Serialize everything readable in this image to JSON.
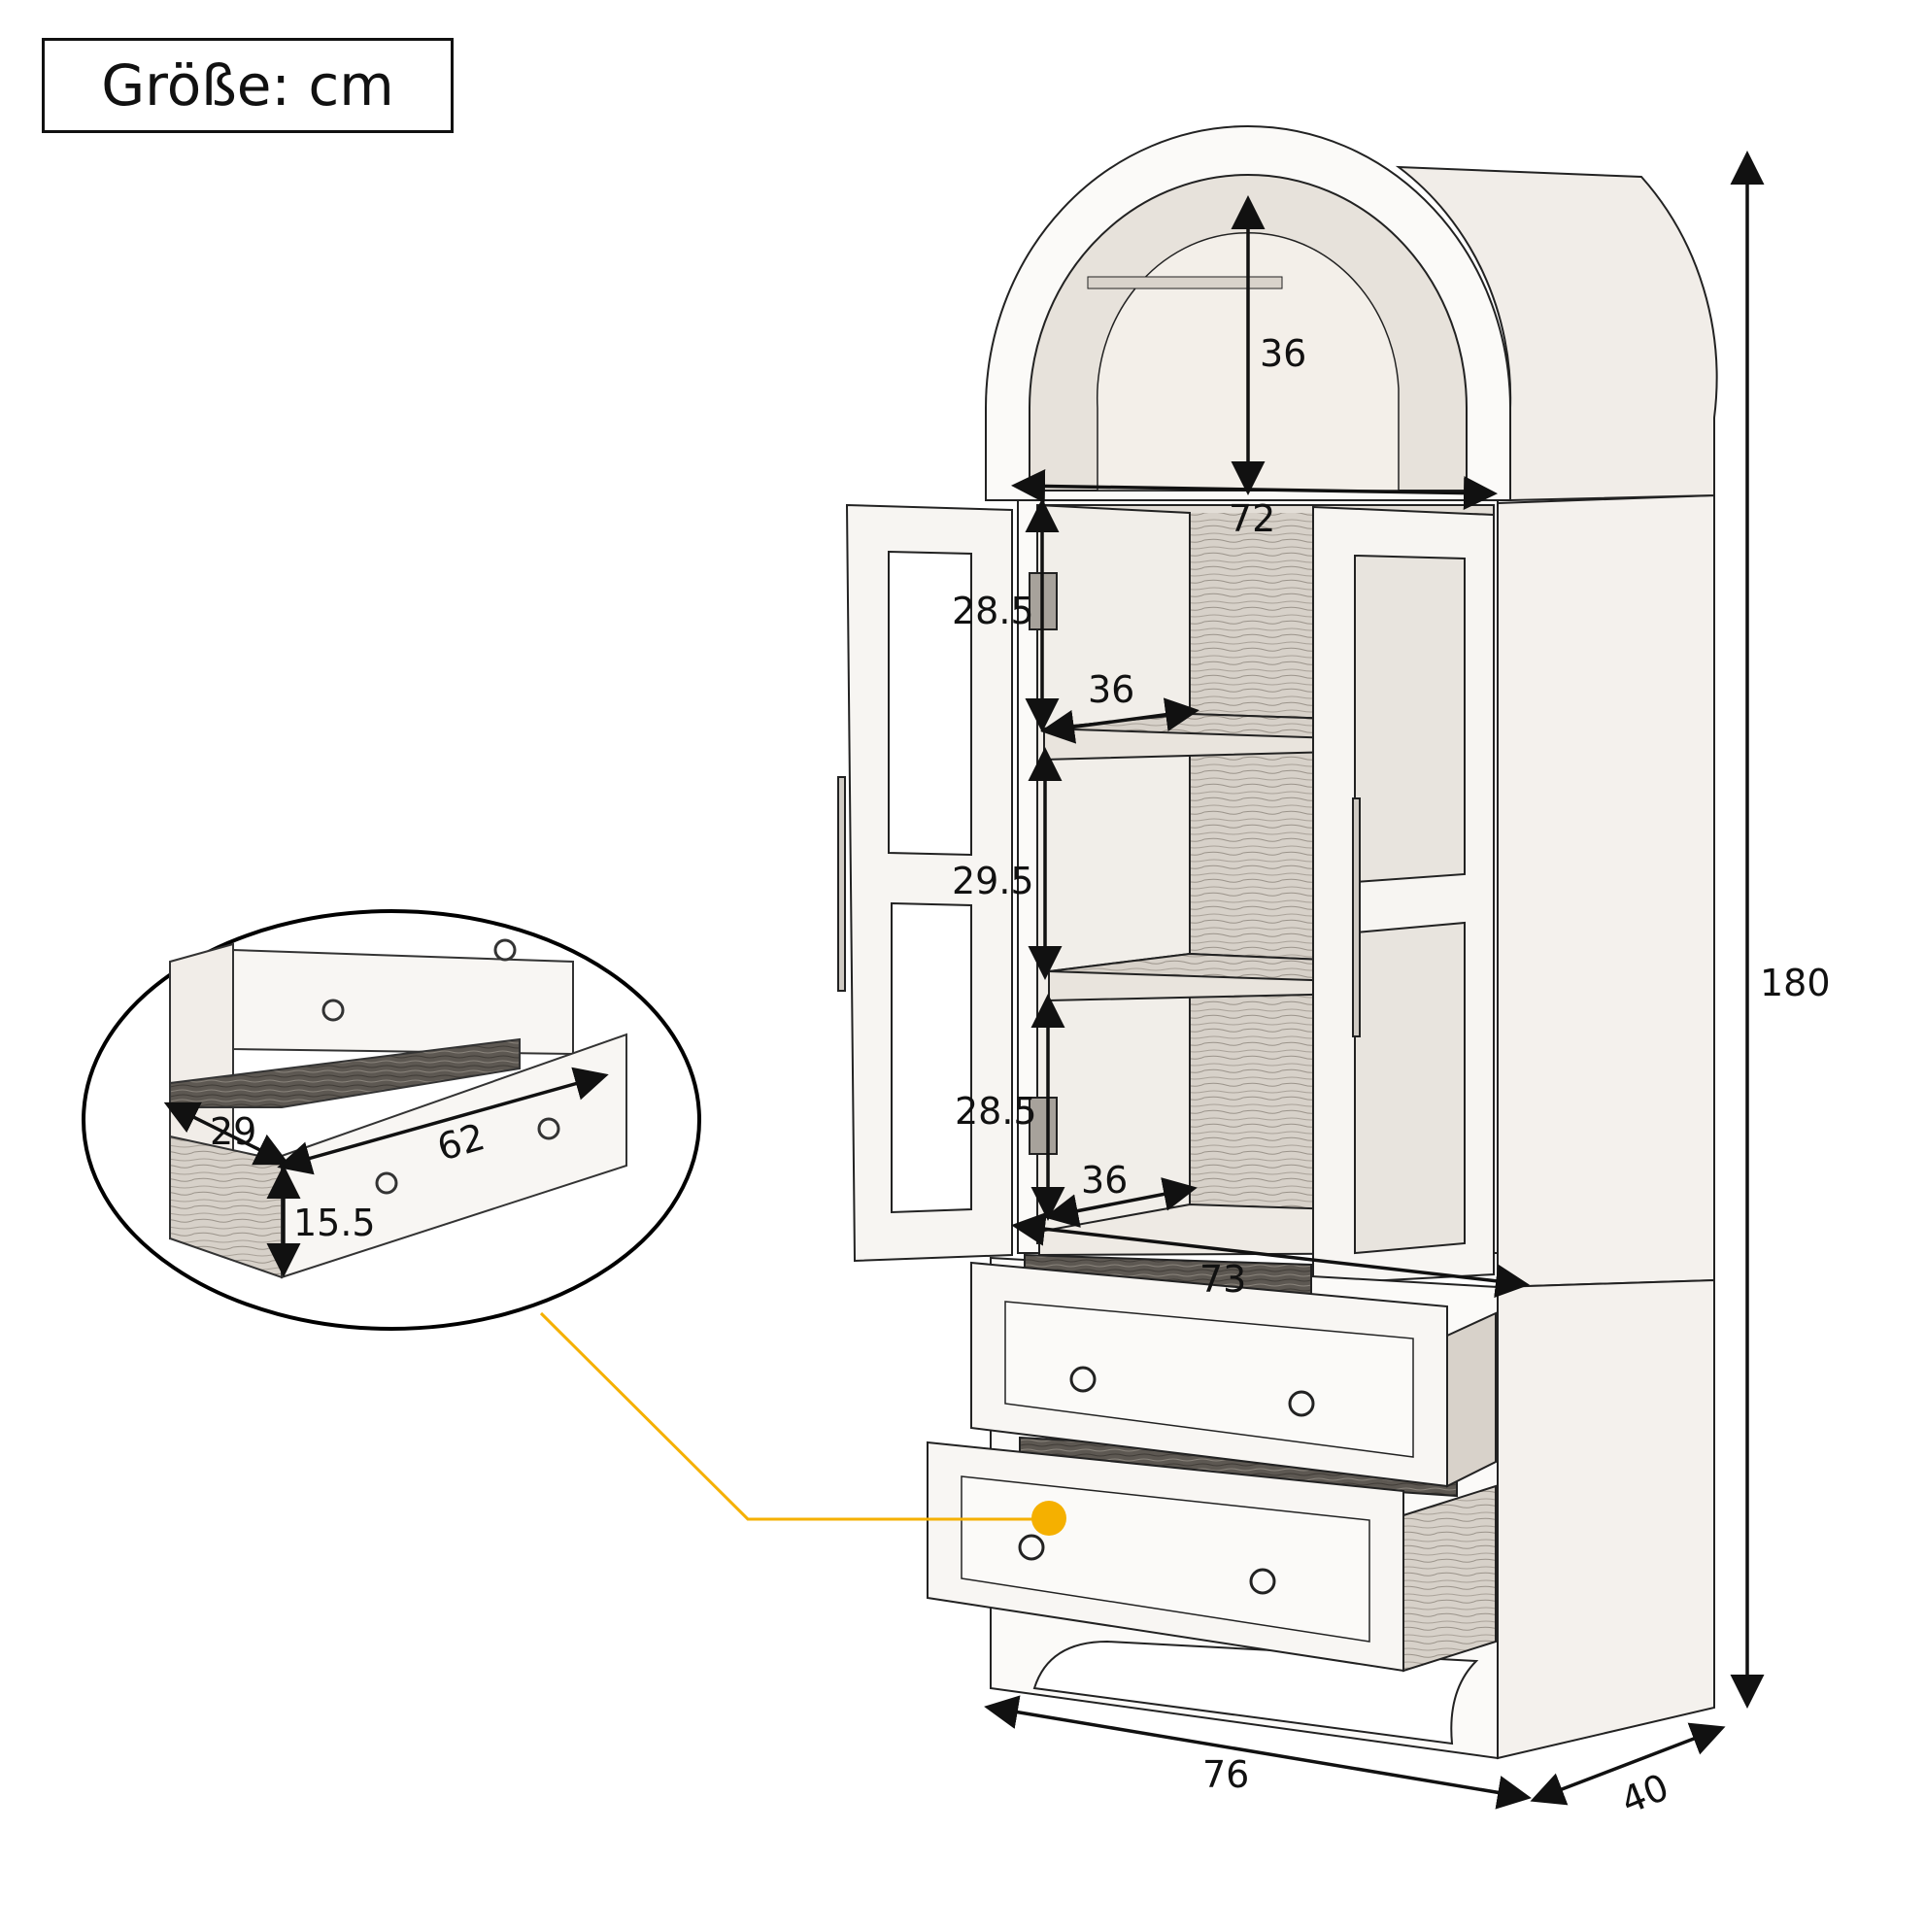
{
  "unit_label": "Größe: cm",
  "colors": {
    "line": "#111111",
    "accent": "#F5B000",
    "wood_light": "#efece8",
    "wood_mid": "#d9d4cd",
    "wood_dark": "#6f6a63"
  },
  "dimensions": {
    "arch_height": "36",
    "arch_width": "72",
    "shelf_top_height": "28.5",
    "shelf_top_depth": "36",
    "shelf_mid_height": "29.5",
    "shelf_bottom_height": "28.5",
    "shelf_bottom_depth": "36",
    "cabinet_width_inner": "73",
    "total_height": "180",
    "total_width": "76",
    "total_depth": "40",
    "drawer_depth": "29",
    "drawer_width": "62",
    "drawer_height": "15.5"
  }
}
